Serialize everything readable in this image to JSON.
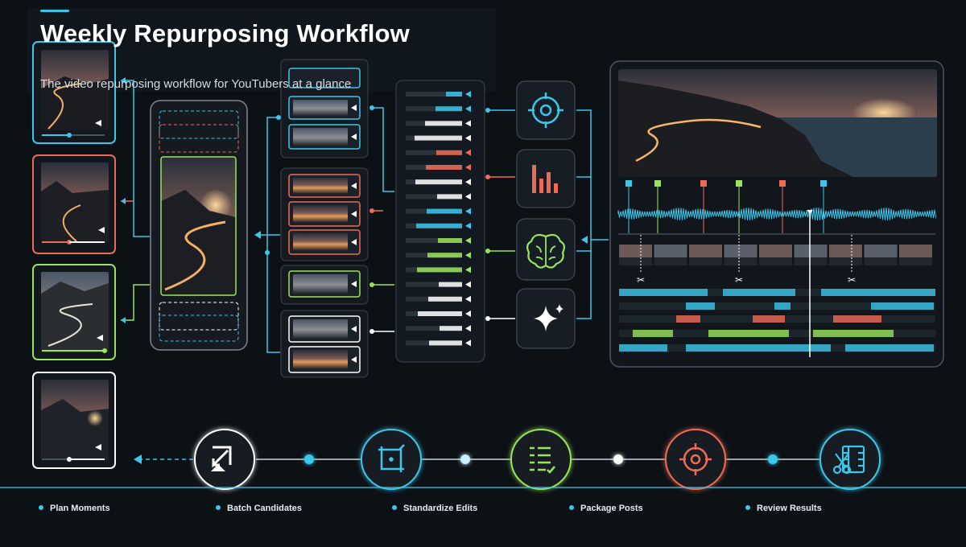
{
  "header": {
    "title": "Weekly Repurposing Workflow",
    "subtitle": "The video repurposing workflow for YouTubers at a glance"
  },
  "steps": [
    {
      "label": "Plan Moments",
      "icon": "share-upload-icon",
      "color": "#ffffff"
    },
    {
      "label": "Batch Candidates",
      "icon": "crop-frame-icon",
      "color": "#3cc6ea"
    },
    {
      "label": "Standardize Edits",
      "icon": "checklist-icon",
      "color": "#9be45a"
    },
    {
      "label": "Package Posts",
      "icon": "target-icon",
      "color": "#ef6a55"
    },
    {
      "label": "Review Results",
      "icon": "film-scissors-icon",
      "color": "#3cc6ea"
    }
  ],
  "tools": [
    {
      "name": "target-icon",
      "color": "#3cc6ea"
    },
    {
      "name": "bar-chart-icon",
      "color": "#ef6a55"
    },
    {
      "name": "brain-icon",
      "color": "#9be45a"
    },
    {
      "name": "sparkle-icon",
      "color": "#ffffff"
    }
  ],
  "colors": {
    "cyan": "#3cc6ea",
    "coral": "#ef6a55",
    "lime": "#9be45a",
    "white": "#ffffff",
    "background": "#0c1116"
  }
}
